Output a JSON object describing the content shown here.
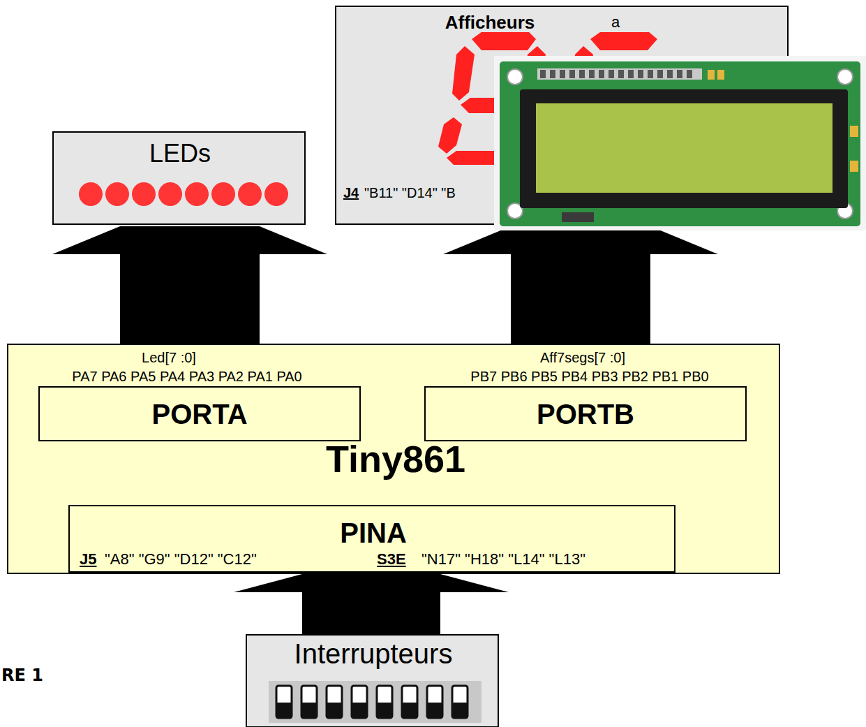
{
  "diagram": {
    "nodes": [
      {
        "text": [
          "Afficheurs"
        ]
      },
      {
        "text": [
          "LEDs"
        ]
      },
      {
        "text": [
          "Tiny861"
        ]
      },
      {
        "text": [
          "PORTA"
        ],
        "in": 2
      },
      {
        "text": [
          "PORTB"
        ],
        "in": 2
      },
      {
        "text": [
          "PINA"
        ],
        "in": 2
      },
      {
        "text": [
          "Interrupteurs"
        ]
      }
    ],
    "edges": [
      {
        "from": 2,
        "to": 1,
        "arrow": "to"
      },
      {
        "from": 2,
        "to": 0,
        "arrow": "to"
      },
      {
        "from": 6,
        "to": 5,
        "arrow": "to"
      }
    ],
    "labels": [
      "a",
      "J4",
      "\"B11\" \"D14\" \"B",
      "Led[7 :0]",
      "PA7 PA6 PA5 PA4 PA3 PA2 PA1 PA0",
      "Aff7segs[7 :0]",
      "PB7 PB6 PB5 PB4 PB3 PB2 PB1 PB0",
      "J5",
      "\"A8\" \"G9\" \"D12\" \"C12\"",
      "S3E",
      "\"N17\" \"H18\" \"L14\" \"L13\"",
      "RE 1"
    ]
  }
}
